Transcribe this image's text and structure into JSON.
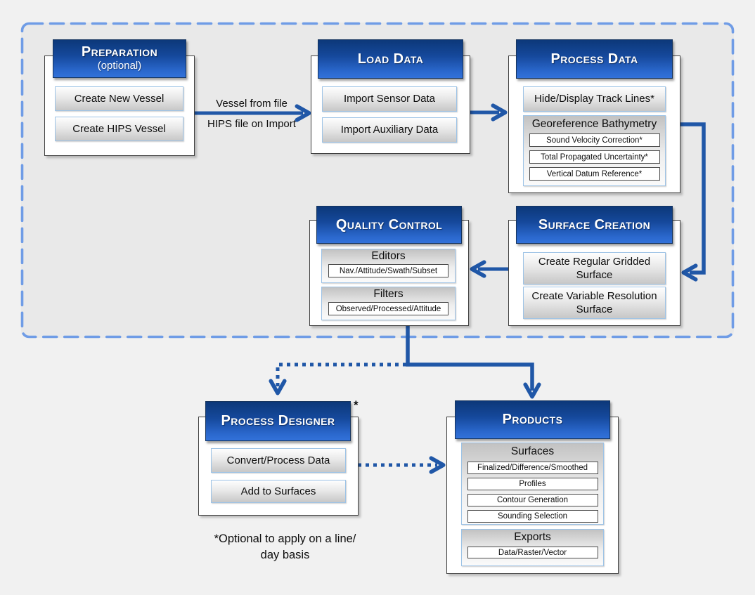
{
  "colors": {
    "page_bg": "#f1f1f1",
    "region_bg": "#e9e9e9",
    "dashed_border": "#6f9ce6",
    "header_blue_top": "#0c3879",
    "header_blue_bottom": "#3272da",
    "arrow_blue": "#2057a7",
    "button_border_blue": "#9dc3e6"
  },
  "blocks": {
    "preparation": {
      "title": "Preparation",
      "subtitle": "(optional)",
      "buttons": [
        "Create New Vessel",
        "Create HIPS Vessel"
      ]
    },
    "load_data": {
      "title": "Load Data",
      "buttons": [
        "Import Sensor Data",
        "Import Auxiliary Data"
      ]
    },
    "process_data": {
      "title": "Process Data",
      "buttons": [
        "Hide/Display Track Lines*"
      ],
      "georeference_group": {
        "title": "Georeference Bathymetry",
        "items": [
          "Sound Velocity Correction*",
          "Total Propagated Uncertainty*",
          "Vertical Datum Reference*"
        ]
      }
    },
    "surface_creation": {
      "title": "Surface Creation",
      "buttons": [
        "Create Regular Gridded Surface",
        "Create Variable Resolution Surface"
      ]
    },
    "quality_control": {
      "title": "Quality Control",
      "editors_group": {
        "title": "Editors",
        "items": [
          "Nav./Attitude/Swath/Subset"
        ]
      },
      "filters_group": {
        "title": "Filters",
        "items": [
          "Observed/Processed/Attitude"
        ]
      }
    },
    "process_designer": {
      "title": "Process Designer",
      "asterisk": "*",
      "buttons": [
        "Convert/Process Data",
        "Add to Surfaces"
      ]
    },
    "products": {
      "title": "Products",
      "surfaces_group": {
        "title": "Surfaces",
        "items": [
          "Finalized/Difference/Smoothed",
          "Profiles",
          "Contour Generation",
          "Sounding Selection"
        ]
      },
      "exports_group": {
        "title": "Exports",
        "items": [
          "Data/Raster/Vector"
        ]
      }
    }
  },
  "connector_labels": {
    "vessel_from_file": "Vessel from file",
    "hips_file_on_import": "HIPS file on Import"
  },
  "footnote": {
    "line1": "*Optional to apply on a line/",
    "line2": "day basis"
  }
}
